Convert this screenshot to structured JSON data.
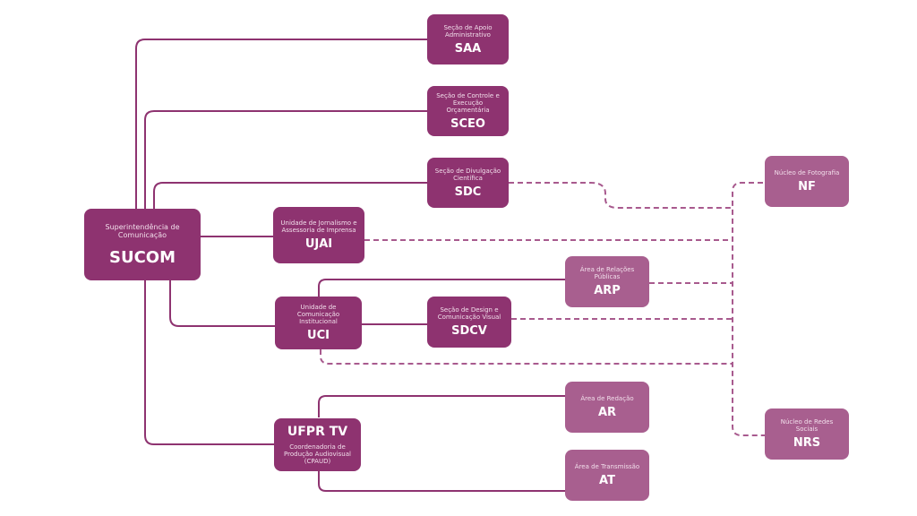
{
  "colors": {
    "node_dark": "#8e3370",
    "node_light": "#a85f8f",
    "line_solid": "#8e3370",
    "line_dashed": "#a85a8e"
  },
  "nodes": {
    "sucom": {
      "desc": "Superintendência de Comunicação",
      "abbr": "SUCOM"
    },
    "saa": {
      "desc": "Seção de Apoio Administrativo",
      "abbr": "SAA"
    },
    "sceo": {
      "desc": "Seção de Controle e Execução Orçamentária",
      "abbr": "SCEO"
    },
    "sdc": {
      "desc": "Seção de Divulgação Científica",
      "abbr": "SDC"
    },
    "ujai": {
      "desc": "Unidade de Jornalismo e Assessoria de Imprensa",
      "abbr": "UJAI"
    },
    "uci": {
      "desc": "Unidade de Comunicação Institucional",
      "abbr": "UCI"
    },
    "sdcv": {
      "desc": "Seção de Design e Comunicação Visual",
      "abbr": "SDCV"
    },
    "arp": {
      "desc": "Área de Relações Públicas",
      "abbr": "ARP"
    },
    "ufprtv": {
      "abbr": "UFPR TV",
      "desc": "Coordenadoria de Produção Audiovisual (CPAUD)"
    },
    "ar": {
      "desc": "Área de Redação",
      "abbr": "AR"
    },
    "at": {
      "desc": "Área de Transmissão",
      "abbr": "AT"
    },
    "nf": {
      "desc": "Núcleo de Fotografia",
      "abbr": "NF"
    },
    "nrs": {
      "desc": "Núcleo de Redes Sociais",
      "abbr": "NRS"
    }
  }
}
